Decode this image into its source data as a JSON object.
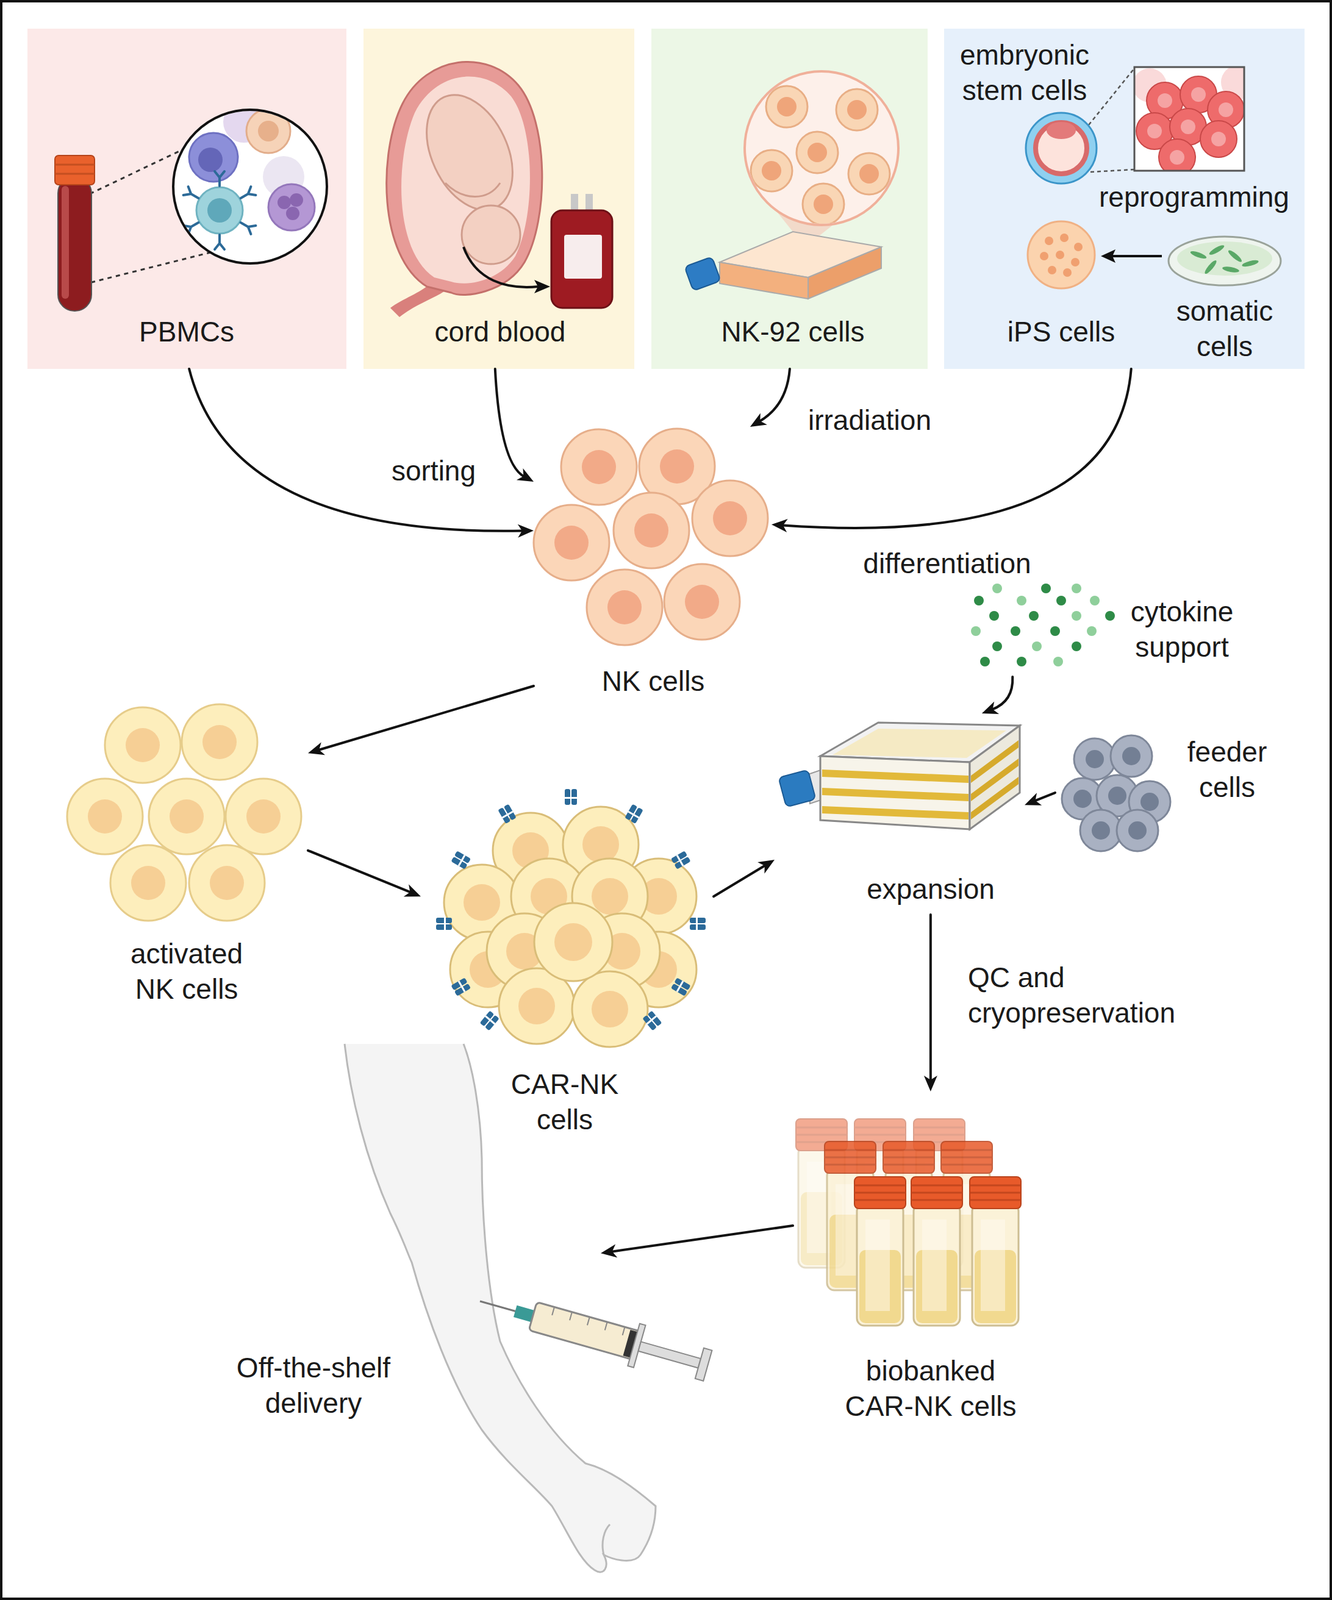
{
  "diagram": {
    "nodes": [
      {
        "text": [
          "PBMCs"
        ]
      },
      {
        "text": [
          "cord blood"
        ]
      },
      {
        "text": [
          "NK-92 cells"
        ]
      },
      {
        "text": [
          "embryonic stem cells",
          "reprogramming",
          "iPS cells",
          "somatic cells"
        ]
      },
      {
        "text": [
          "NK cells"
        ]
      },
      {
        "text": [
          "activated NK cells"
        ]
      },
      {
        "text": [
          "CAR-NK cells"
        ]
      },
      {
        "text": [
          "cytokine support"
        ]
      },
      {
        "text": [
          "feeder cells"
        ]
      },
      {
        "text": [
          "expansion"
        ]
      },
      {
        "text": [
          "biobanked CAR-NK cells"
        ]
      },
      {
        "text": [
          "Off-the-shelf delivery"
        ]
      }
    ],
    "edges": [
      {
        "from": 0,
        "to": 4,
        "label": "sorting",
        "arrow": "to"
      },
      {
        "from": 1,
        "to": 4,
        "arrow": "to"
      },
      {
        "from": 2,
        "to": 4,
        "label": "irradiation",
        "arrow": "to"
      },
      {
        "from": 3,
        "to": 4,
        "label": "differentiation",
        "arrow": "to"
      },
      {
        "from": 4,
        "to": 5,
        "arrow": "to"
      },
      {
        "from": 5,
        "to": 6,
        "arrow": "to"
      },
      {
        "from": 6,
        "to": 9,
        "arrow": "to"
      },
      {
        "from": 7,
        "to": 9,
        "arrow": "to"
      },
      {
        "from": 8,
        "to": 9,
        "arrow": "to"
      },
      {
        "from": 9,
        "to": 10,
        "label": "QC and cryopreservation",
        "arrow": "to"
      },
      {
        "from": 10,
        "to": 11,
        "arrow": "to"
      }
    ]
  }
}
